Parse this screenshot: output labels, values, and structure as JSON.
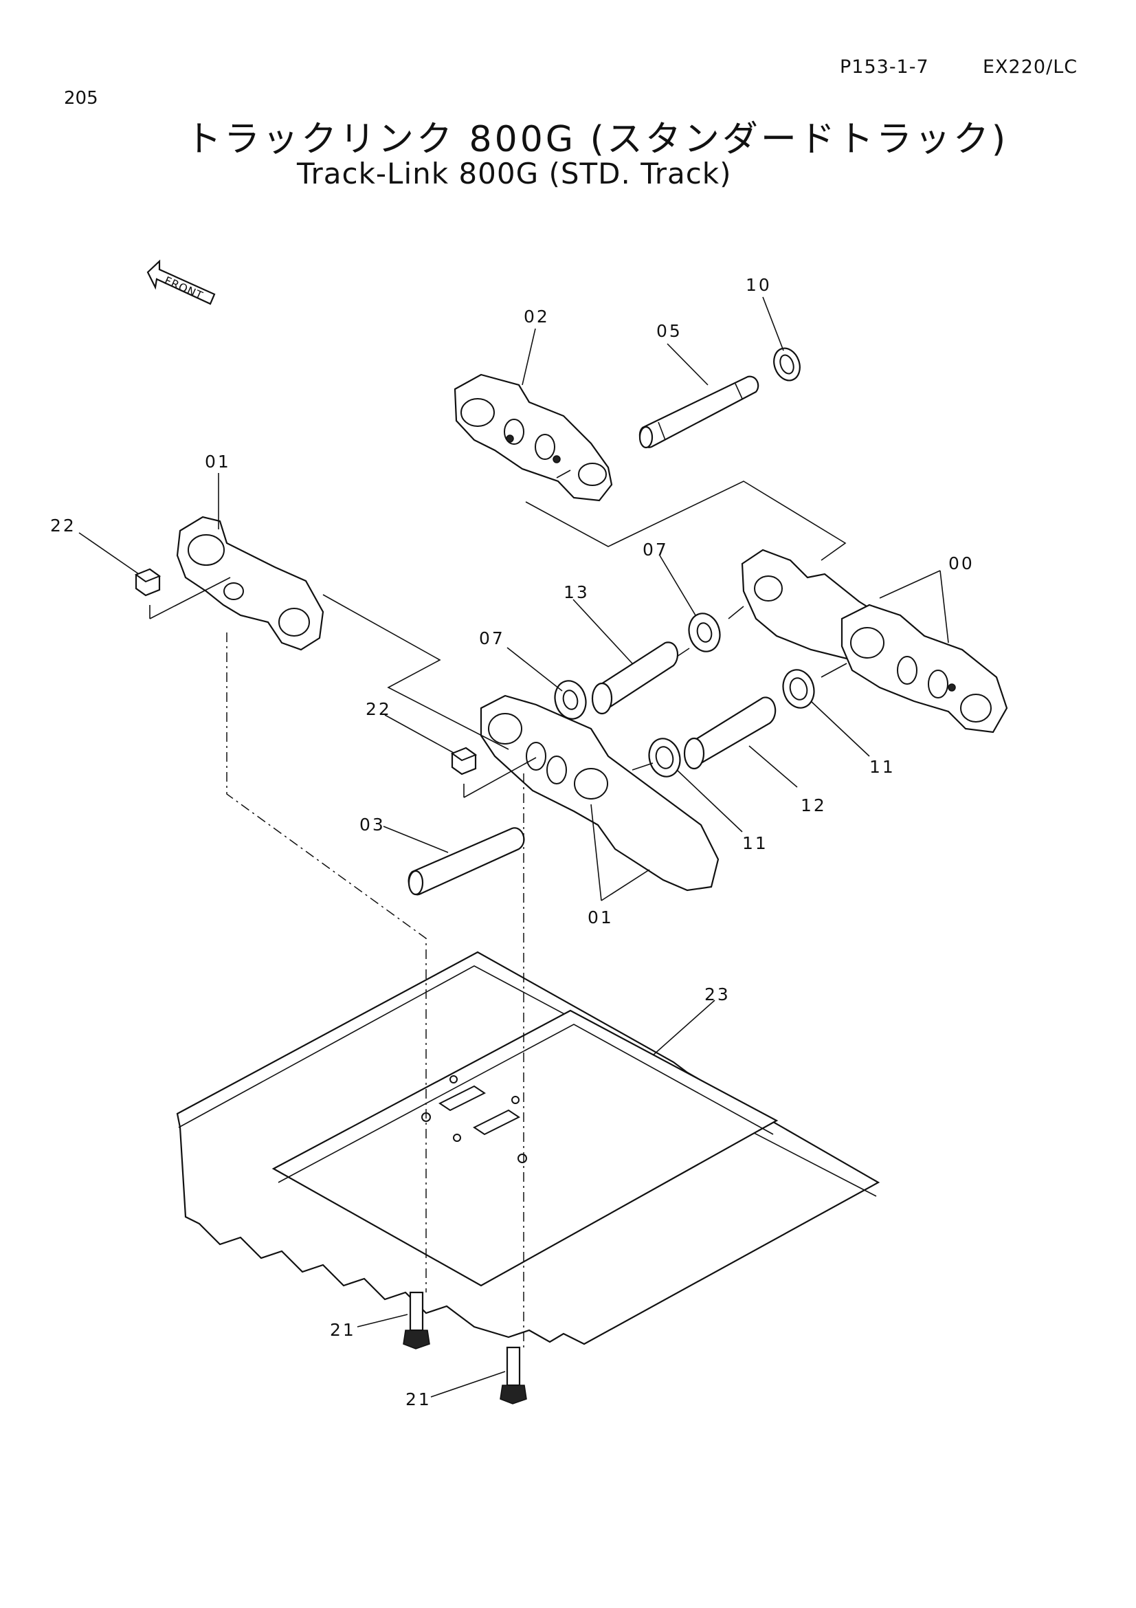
{
  "page_number": "205",
  "header": {
    "catalog_code": "P153-1-7",
    "model": "EX220/LC"
  },
  "title": {
    "japanese": "トラックリンク 800G (スタンダードトラック)",
    "english": "Track-Link 800G (STD. Track)"
  },
  "front_arrow_label": "FRONT",
  "callouts": [
    {
      "id": "c-00",
      "text": "00"
    },
    {
      "id": "c-01a",
      "text": "01"
    },
    {
      "id": "c-01b",
      "text": "01"
    },
    {
      "id": "c-02",
      "text": "02"
    },
    {
      "id": "c-03",
      "text": "03"
    },
    {
      "id": "c-05",
      "text": "05"
    },
    {
      "id": "c-07a",
      "text": "07"
    },
    {
      "id": "c-07b",
      "text": "07"
    },
    {
      "id": "c-10",
      "text": "10"
    },
    {
      "id": "c-11a",
      "text": "11"
    },
    {
      "id": "c-11b",
      "text": "11"
    },
    {
      "id": "c-12",
      "text": "12"
    },
    {
      "id": "c-13",
      "text": "13"
    },
    {
      "id": "c-21a",
      "text": "21"
    },
    {
      "id": "c-21b",
      "text": "21"
    },
    {
      "id": "c-22a",
      "text": "22"
    },
    {
      "id": "c-22b",
      "text": "22"
    },
    {
      "id": "c-23",
      "text": "23"
    }
  ]
}
